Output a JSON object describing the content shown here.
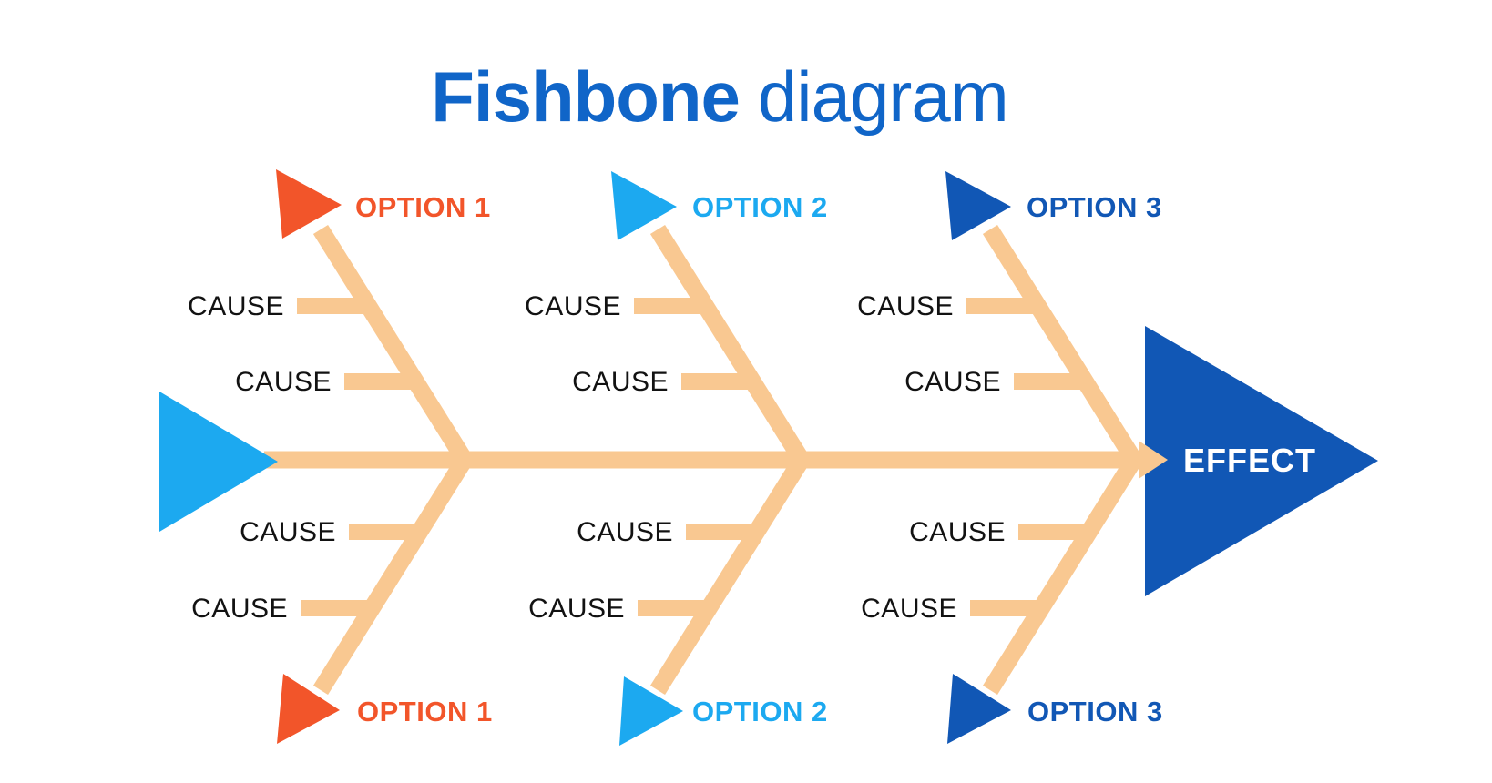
{
  "title": {
    "word_bold": "Fishbone",
    "word_light": "diagram"
  },
  "labels": {
    "cause": "CAUSE",
    "effect": "EFFECT",
    "option1": "OPTION 1",
    "option2": "OPTION 2",
    "option3": "OPTION 3"
  },
  "colors": {
    "title": "#1065C8",
    "spine": "#F9C891",
    "option1": "#F2552A",
    "option2": "#1CA9F0",
    "option3": "#1157B5",
    "start_arrow": "#1CA9F0",
    "effect_arrow": "#1157B5",
    "cause_text": "#121212",
    "effect_text": "#FFFFFF",
    "background": "#FFFFFF"
  }
}
